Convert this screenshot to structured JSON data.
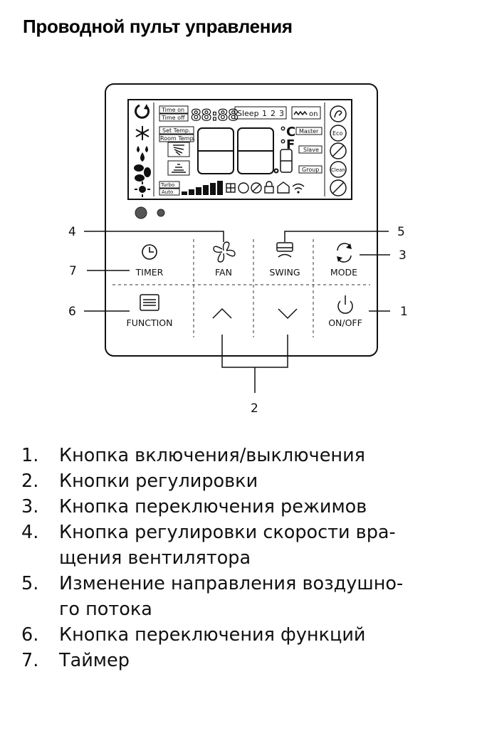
{
  "title": "Проводной пульт управления",
  "display": {
    "time_on": "Time on",
    "time_off": "Time off",
    "clock_digits": "88:88",
    "sleep_label": "Sleep",
    "sleep_nums": [
      "1",
      "2",
      "3"
    ],
    "on_label": "on",
    "set_temp": "Set Temp.",
    "room_temp": "Room Temp.",
    "celsius": "°C",
    "fahrenheit": "°F",
    "master": "Master",
    "slave": "Slave",
    "group": "Group",
    "eco": "Eco",
    "clean": "Clean",
    "turbo": "Turbo",
    "auto": "Auto"
  },
  "buttons": {
    "timer": "TIMER",
    "fan": "FAN",
    "swing": "SWING",
    "mode": "MODE",
    "function": "FUNCTION",
    "onoff": "ON/OFF"
  },
  "callouts": [
    "1",
    "2",
    "3",
    "4",
    "5",
    "6",
    "7"
  ],
  "legend": [
    {
      "num": "1.",
      "lines": [
        "Кнопка включения/выключения"
      ]
    },
    {
      "num": "2.",
      "lines": [
        "Кнопки регулировки"
      ]
    },
    {
      "num": "3.",
      "lines": [
        "Кнопка переключения режимов"
      ]
    },
    {
      "num": "4.",
      "lines": [
        "Кнопка регулировки скорости вра-",
        "щения вентилятора"
      ]
    },
    {
      "num": "5.",
      "lines": [
        "Изменение направления воздушно-",
        "го потока"
      ]
    },
    {
      "num": "6.",
      "lines": [
        "Кнопка переключения функций"
      ]
    },
    {
      "num": "7.",
      "lines": [
        "Таймер"
      ]
    }
  ]
}
